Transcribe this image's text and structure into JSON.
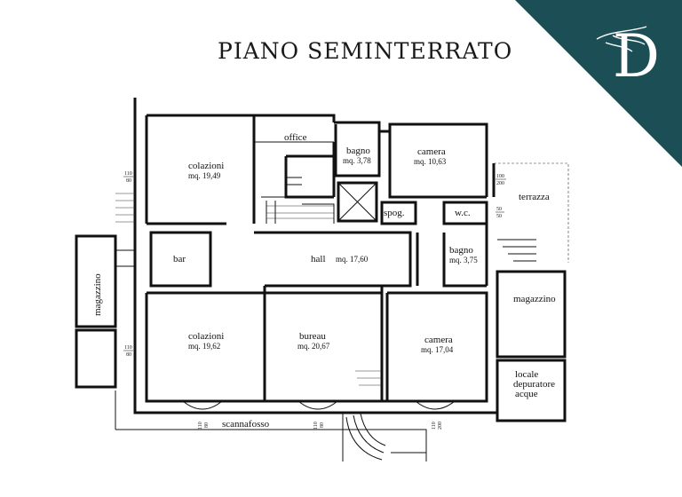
{
  "title": "PIANO  SEMINTERRATO",
  "brand": {
    "logo_letter": "D",
    "corner_color": "#1c4f55",
    "logo_color": "#ffffff"
  },
  "rooms": {
    "colazioni_top": {
      "name": "colazioni",
      "area": "mq. 19,49"
    },
    "office": {
      "name": "office"
    },
    "bagno": {
      "name": "bagno",
      "area": "mq. 3,78"
    },
    "camera_top": {
      "name": "camera",
      "area": "mq. 10,63"
    },
    "terrazza": {
      "name": "terrazza"
    },
    "spog": {
      "name": "spog."
    },
    "wc": {
      "name": "w.c."
    },
    "bar": {
      "name": "bar"
    },
    "hall": {
      "name": "hall",
      "area": "mq. 17,60"
    },
    "bagno2": {
      "name": "bagno",
      "area": "mq. 3,75"
    },
    "magazzino_left": {
      "name": "magazzino"
    },
    "magazzino_right": {
      "name": "magazzino"
    },
    "colazioni_bottom": {
      "name": "colazioni",
      "area": "mq. 19,62"
    },
    "bureau": {
      "name": "bureau",
      "area": "mq. 20,67"
    },
    "camera_bottom": {
      "name": "camera",
      "area": "mq. 17,04"
    },
    "locale": {
      "line1": "locale",
      "line2": "depuratore",
      "line3": "acque"
    },
    "scannafosso": {
      "name": "scannafosso"
    }
  },
  "openings": {
    "w110_80_a": {
      "top": "110",
      "bottom": "80"
    },
    "w110_80_b": {
      "top": "110",
      "bottom": "80"
    },
    "w100_200": {
      "top": "100",
      "bottom": "200"
    },
    "w50_50_a": {
      "top": "50",
      "bottom": "50"
    },
    "w110_80_c": {
      "top": "110",
      "bottom": "80"
    },
    "w110_80_d": {
      "top": "110",
      "bottom": "80"
    },
    "w110_200": {
      "top": "110",
      "bottom": "200"
    }
  }
}
